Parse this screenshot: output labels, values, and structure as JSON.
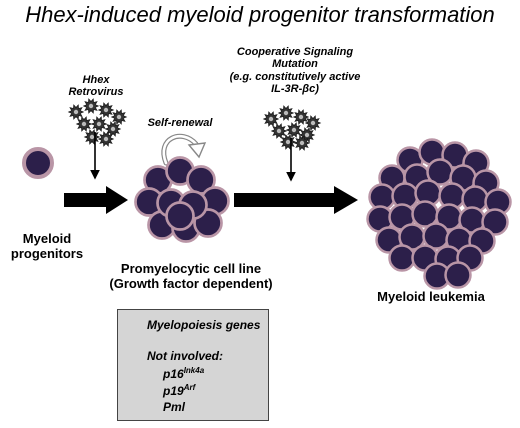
{
  "title": "Hhex-induced myeloid progenitor transformation",
  "labels": {
    "hhex_line1": "Hhex",
    "hhex_line2": "Retrovirus",
    "self_renewal": "Self-renewal",
    "coop_line1": "Cooperative Signaling",
    "coop_line2": "Mutation",
    "coop_line3": "(e.g. constitutively active",
    "coop_line4": "IL-3R-βc)",
    "myeloid_line1": "Myeloid",
    "myeloid_line2": "progenitors",
    "promyelo_line1": "Promyelocytic cell line",
    "promyelo_line2": "(Growth factor dependent)",
    "leukemia": "Myeloid leukemia"
  },
  "box": {
    "item1": "Myelopoiesis genes",
    "item2": "Not involved:",
    "gene1": {
      "base": "p16",
      "sup": "Ink4a"
    },
    "gene2": {
      "base": "p19",
      "sup": "Arf"
    },
    "gene3": {
      "base": "Pml",
      "sup": ""
    }
  },
  "colors": {
    "cell_fill": "#2c1f4a",
    "cell_border": "#b995a6",
    "arrow": "#000000",
    "down_arrow": "#c0141c",
    "x_mark": "#c0141c",
    "box_bg": "#d5d5d5"
  }
}
